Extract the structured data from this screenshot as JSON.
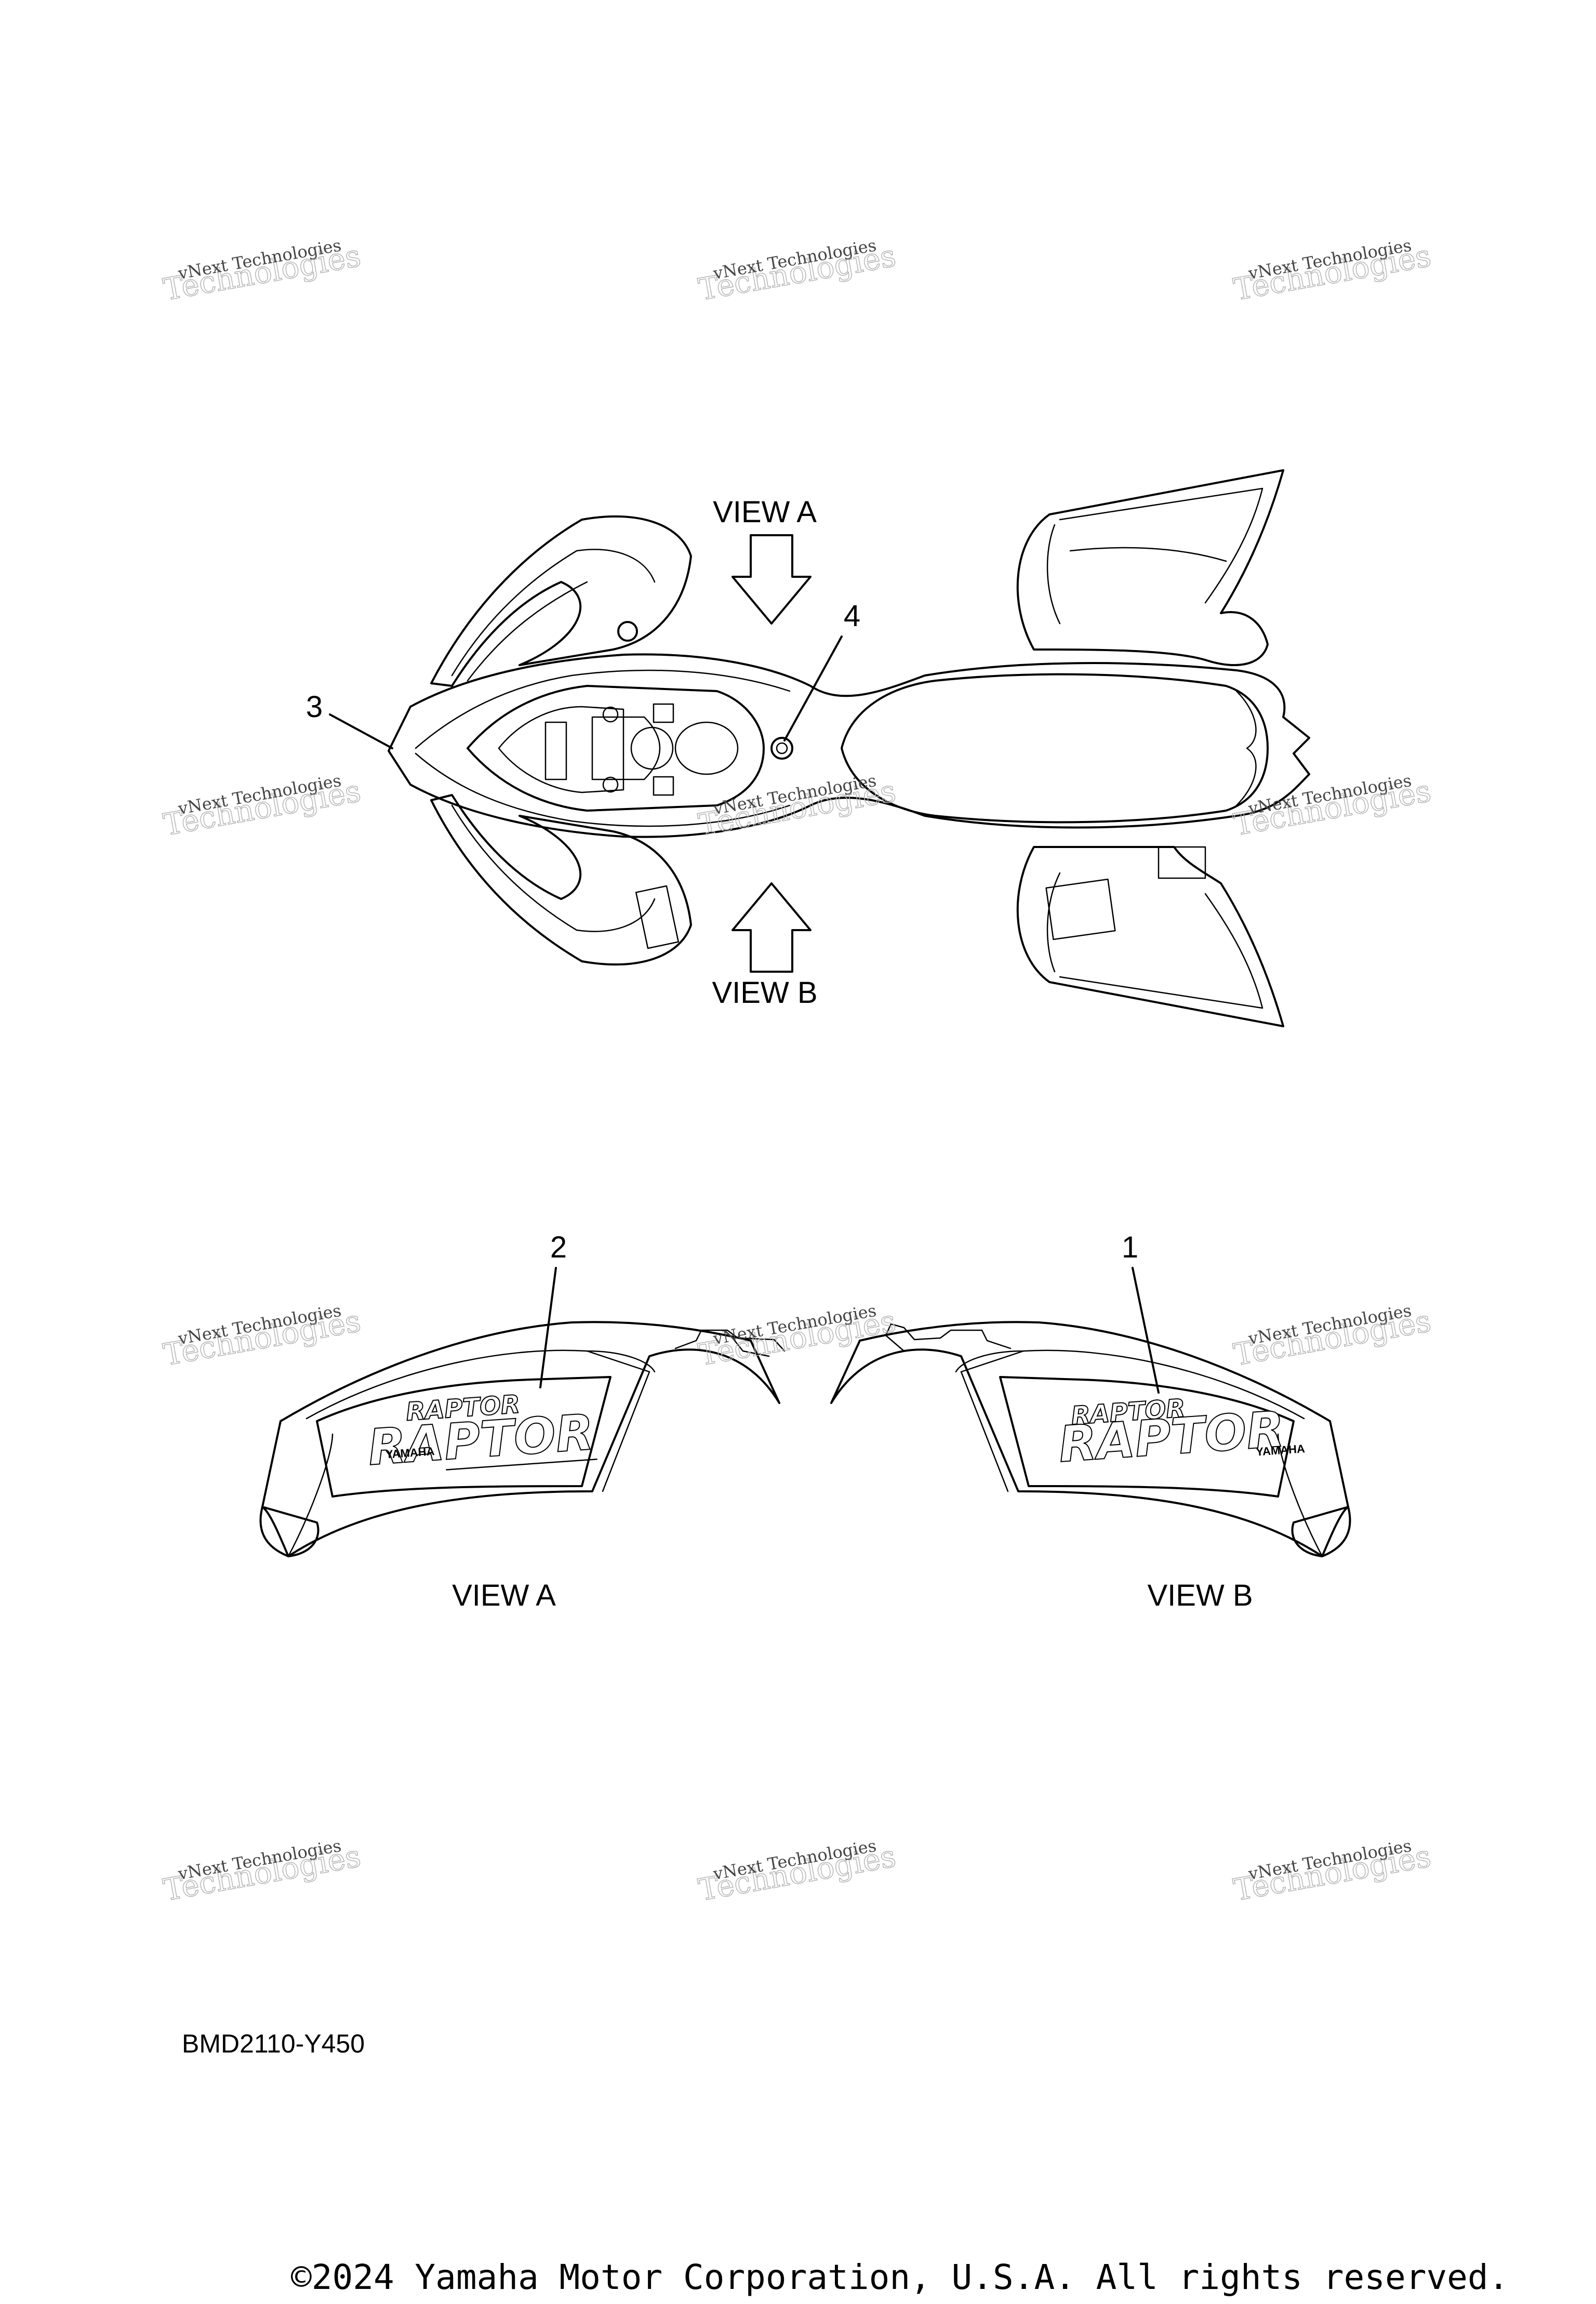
{
  "diagram": {
    "callouts": [
      "1",
      "2",
      "3",
      "4"
    ],
    "views": [
      "VIEW A",
      "VIEW B"
    ],
    "view_captions": [
      "VIEW A",
      "VIEW B"
    ],
    "decal_text": {
      "model": "RAPTOR",
      "brand": "YAMAHA"
    },
    "part_code": "BMD2110-Y450",
    "copyright": "©2024 Yamaha Motor Corporation, U.S.A. All rights reserved.",
    "watermark": {
      "line1": "vNext Technologies",
      "line2": "Technologies"
    }
  }
}
